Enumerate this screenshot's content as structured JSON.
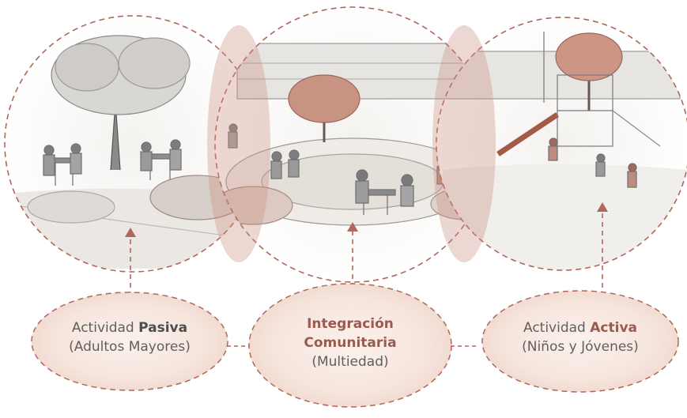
{
  "labels": {
    "left": {
      "prefix": "Actividad",
      "emphasis": "Pasiva",
      "sub": "(Adultos Mayores)"
    },
    "center": {
      "line1": "Integración",
      "line2": "Comunitaria",
      "sub": "(Multiedad)"
    },
    "right": {
      "prefix": "Actividad",
      "emphasis": "Activa",
      "sub": "(Niños y Jóvenes)"
    }
  },
  "colors": {
    "dash": "#b0675b",
    "accent": "#9a5a4e",
    "text": "#5f5f5f",
    "overlap": "#c98c7d"
  }
}
